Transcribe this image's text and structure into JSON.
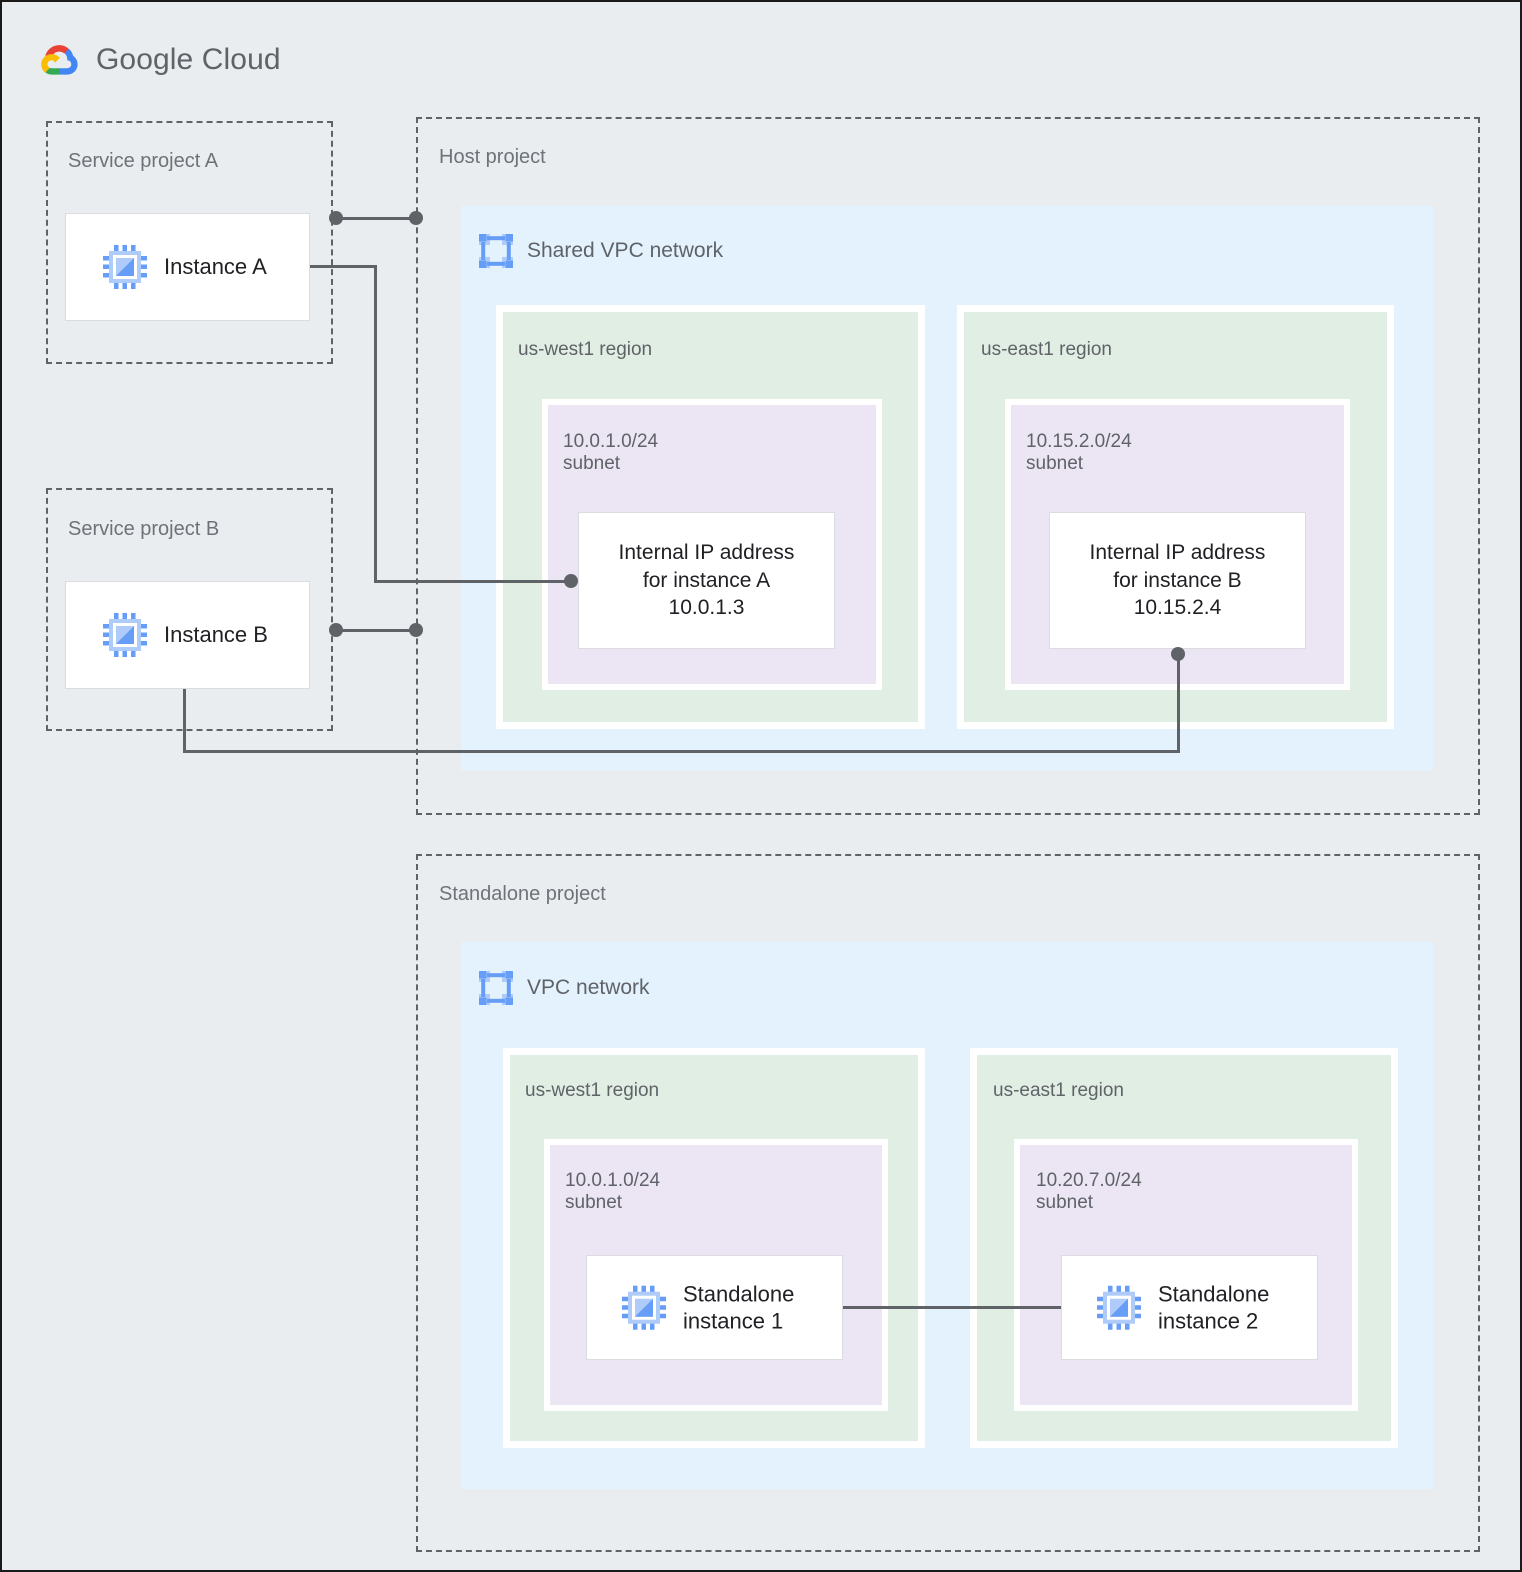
{
  "brand": {
    "logo_icon": "google-cloud-logo-icon",
    "name_bold": "Google",
    "name_light": "Cloud"
  },
  "projects": {
    "service_a": {
      "label": "Service project A"
    },
    "service_b": {
      "label": "Service project B"
    },
    "host": {
      "label": "Host project"
    },
    "standalone": {
      "label": "Standalone project"
    }
  },
  "networks": {
    "shared_vpc": {
      "label": "Shared VPC network",
      "icon": "vpc-network-icon"
    },
    "vpc": {
      "label": "VPC network",
      "icon": "vpc-network-icon"
    }
  },
  "regions": {
    "host_west": {
      "label": "us-west1 region"
    },
    "host_east": {
      "label": "us-east1 region"
    },
    "standalone_west": {
      "label": "us-west1 region"
    },
    "standalone_east": {
      "label": "us-east1 region"
    }
  },
  "subnets": {
    "host_west": {
      "label": "10.0.1.0/24\nsubnet",
      "cidr": "10.0.1.0/24"
    },
    "host_east": {
      "label": "10.15.2.0/24\nsubnet",
      "cidr": "10.15.2.0/24"
    },
    "standalone_west": {
      "label": "10.0.1.0/24\nsubnet",
      "cidr": "10.0.1.0/24"
    },
    "standalone_east": {
      "label": "10.20.7.0/24\nsubnet",
      "cidr": "10.20.7.0/24"
    }
  },
  "instances": {
    "a": {
      "label": "Instance A",
      "icon": "vm-instance-icon"
    },
    "b": {
      "label": "Instance B",
      "icon": "vm-instance-icon"
    },
    "standalone1": {
      "label": "Standalone\ninstance 1",
      "icon": "vm-instance-icon"
    },
    "standalone2": {
      "label": "Standalone\ninstance 2",
      "icon": "vm-instance-icon"
    }
  },
  "ip_addresses": {
    "instance_a": {
      "text": "Internal IP address\nfor instance A\n10.0.1.3",
      "value": "10.0.1.3"
    },
    "instance_b": {
      "text": "Internal IP address\nfor instance B\n10.15.2.4",
      "value": "10.15.2.4"
    }
  },
  "colors": {
    "canvas_background": "#e9edef",
    "vpc_panel": "#e3f2fd",
    "region_panel": "#e1eee4",
    "subnet_panel": "#ece5f3",
    "connector": "#5f6368",
    "label_text": "#5f6368",
    "body_text": "#202124",
    "icon_blue": "#669df6"
  }
}
